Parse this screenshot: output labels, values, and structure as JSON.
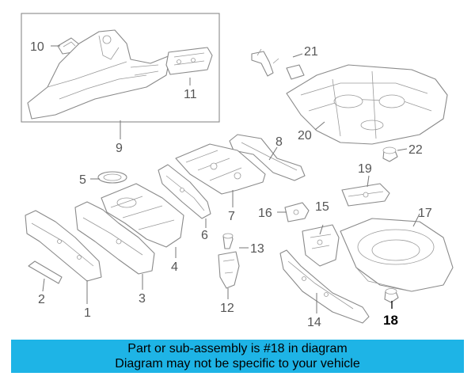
{
  "callouts": {
    "c1": "1",
    "c2": "2",
    "c3": "3",
    "c4": "4",
    "c5": "5",
    "c6": "6",
    "c7": "7",
    "c8": "8",
    "c9": "9",
    "c10": "10",
    "c11": "11",
    "c12": "12",
    "c13": "13",
    "c14": "14",
    "c15": "15",
    "c16": "16",
    "c17": "17",
    "c18": "18",
    "c19": "19",
    "c20": "20",
    "c21": "21",
    "c22": "22"
  },
  "highlight": {
    "callout": "18",
    "color": "#000000"
  },
  "banner": {
    "line1": "Part or sub-assembly is #18 in diagram",
    "line2": "Diagram may not be specific to your vehicle",
    "background": "#1eb4e6"
  }
}
